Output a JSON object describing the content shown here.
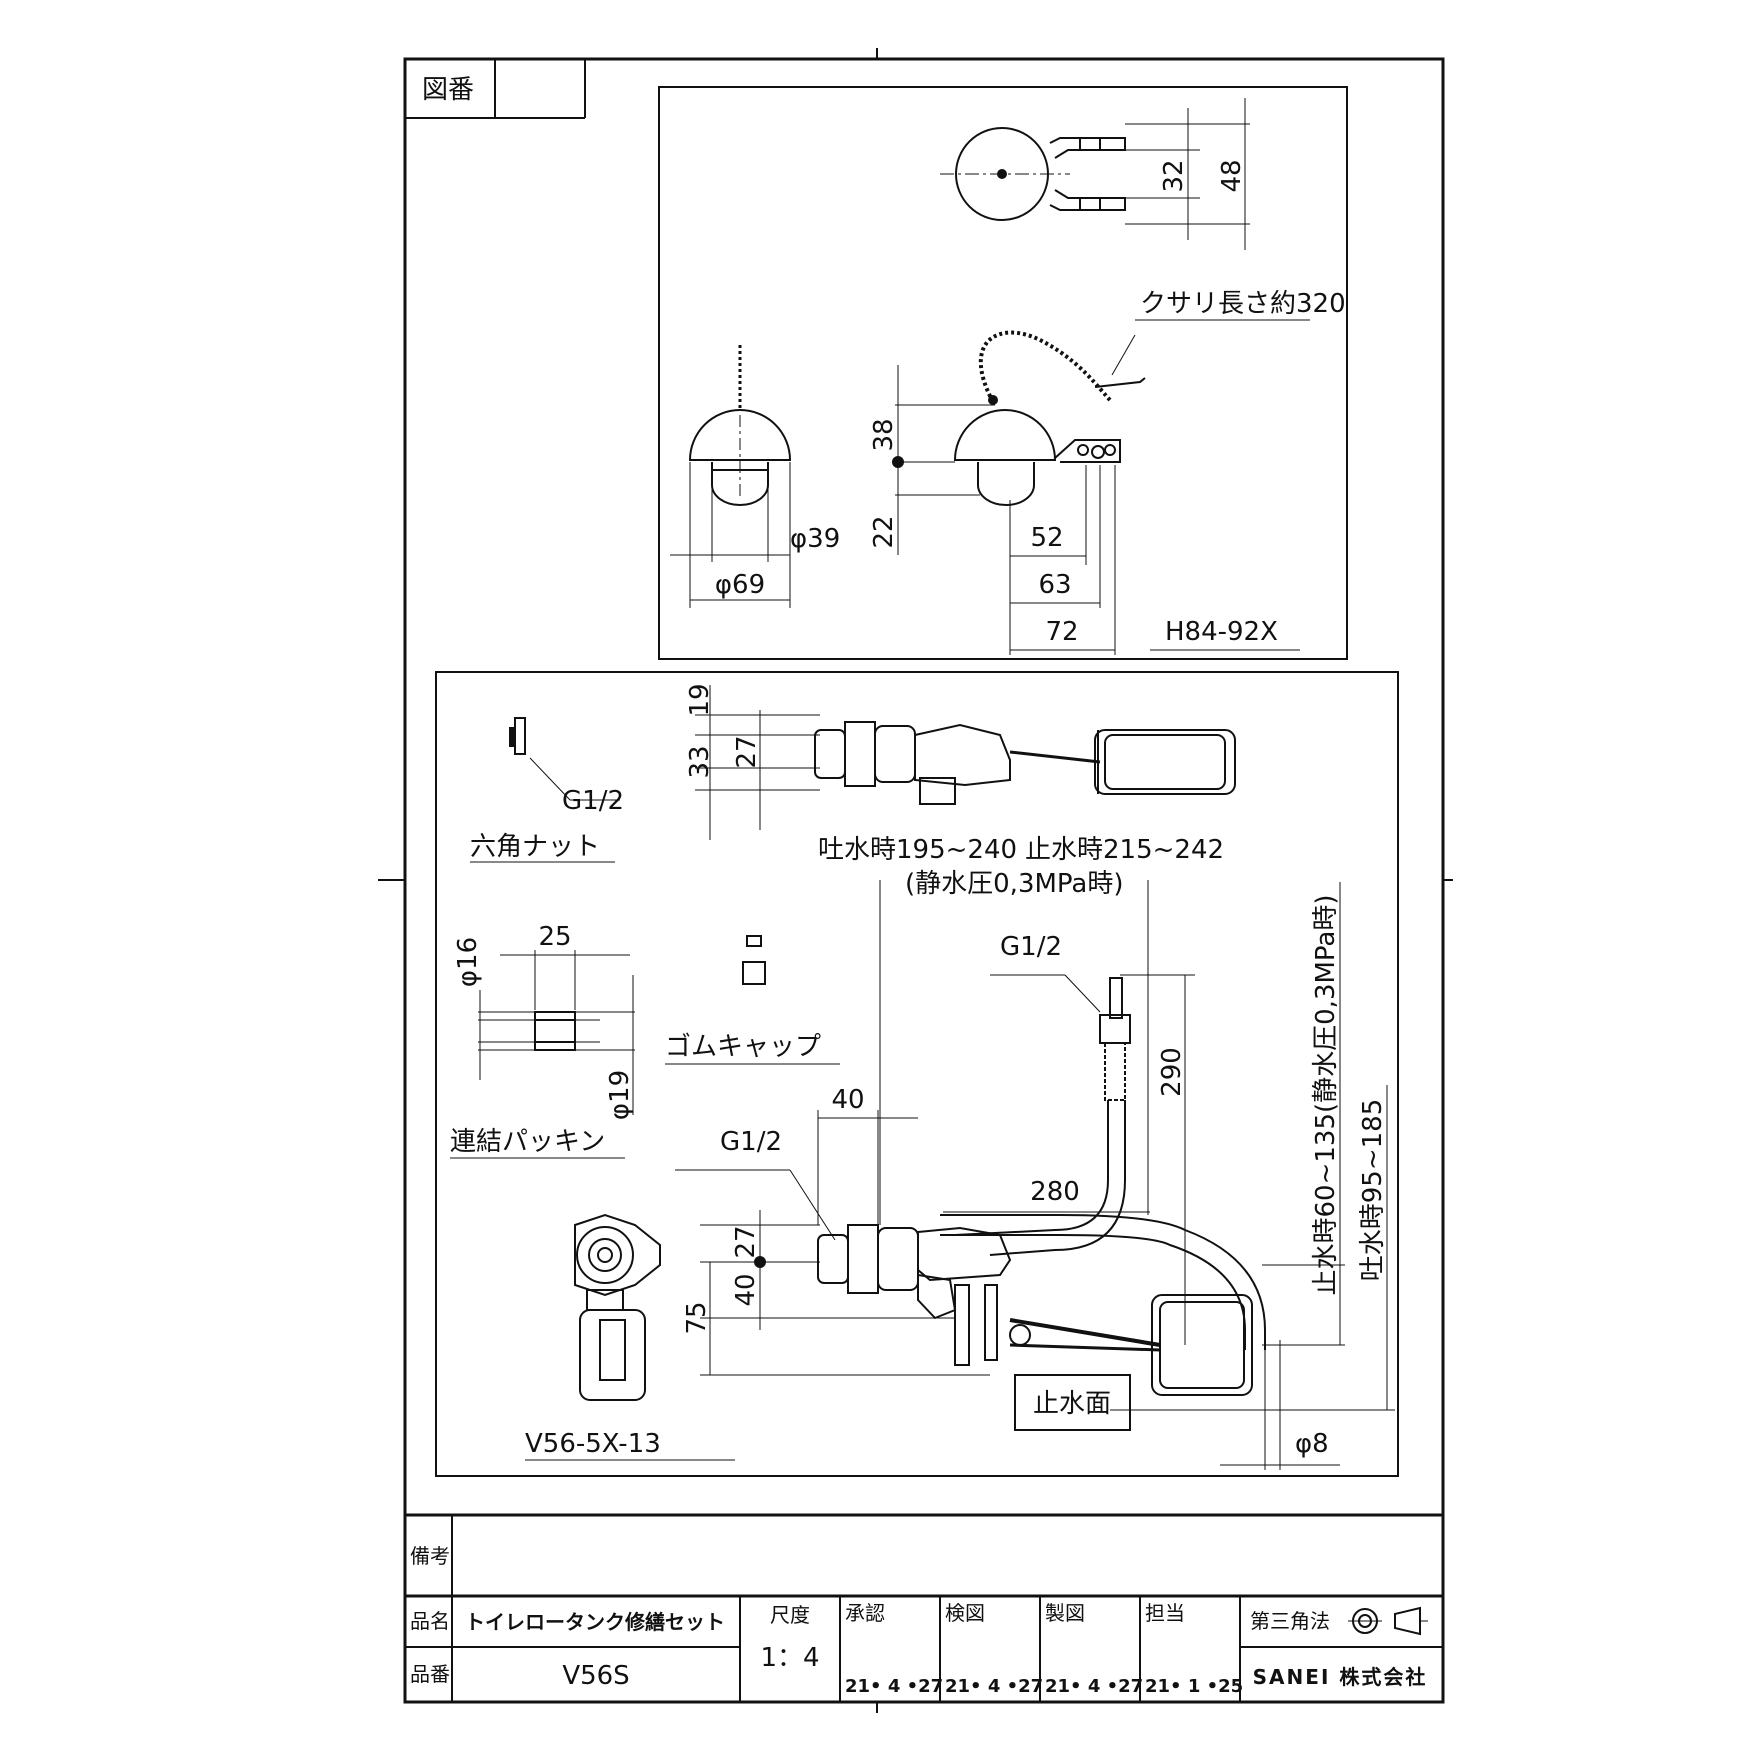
{
  "drawing_no_label": "図番",
  "top_view": {
    "dims": {
      "d32": "32",
      "d48": "48"
    }
  },
  "ball_tap": {
    "chain_note": "クサリ長さ約320",
    "dims": {
      "d38": "38",
      "d22": "22",
      "d52": "52",
      "d63": "63",
      "d72": "72",
      "phi39": "φ39",
      "phi69": "φ69"
    },
    "code": "H84-92X"
  },
  "parts": {
    "hex_nut": {
      "thread": "G1/2",
      "name": "六角ナット"
    },
    "rubber_cap": {
      "name": "ゴムキャップ"
    },
    "coupling_packing": {
      "name": "連結パッキン",
      "d25": "25",
      "phi16": "φ16",
      "phi19": "φ19"
    },
    "valve_code": "V56-5X-13"
  },
  "main_view": {
    "top_dims": {
      "d19": "19",
      "d33": "33",
      "d27": "27"
    },
    "discharge_range": "吐水時195~240",
    "stop_range": "止水時215~242",
    "pressure_note": "(静水圧0,3MPa時)",
    "inlet_thread": "G1/2",
    "valve_thread": "G1/2",
    "d40h": "40",
    "d280": "280",
    "d290": "290",
    "d27": "27",
    "d40": "40",
    "d75": "75",
    "stop_level_vertical": "止水時60~135(静水圧0,3MPa時)",
    "discharge_level_vertical": "吐水時95~185",
    "stop_surface": "止水面",
    "phi8": "φ8"
  },
  "title_block": {
    "remarks_label": "備考",
    "name_label": "品名",
    "product_name": "トイレロータンク修繕セット",
    "number_label": "品番",
    "product_number": "V56S",
    "scale_label": "尺度",
    "scale": "1：4",
    "approved_label": "承認",
    "checked_label": "検図",
    "drawn_label": "製図",
    "charge_label": "担当",
    "approved_date": "21• 4 •27",
    "checked_date": "21• 4 •27",
    "drawn_date": "21• 4 •27",
    "charge_date": "21• 1 •25",
    "projection": "第三角法",
    "company": "SANEI 株式会社"
  }
}
